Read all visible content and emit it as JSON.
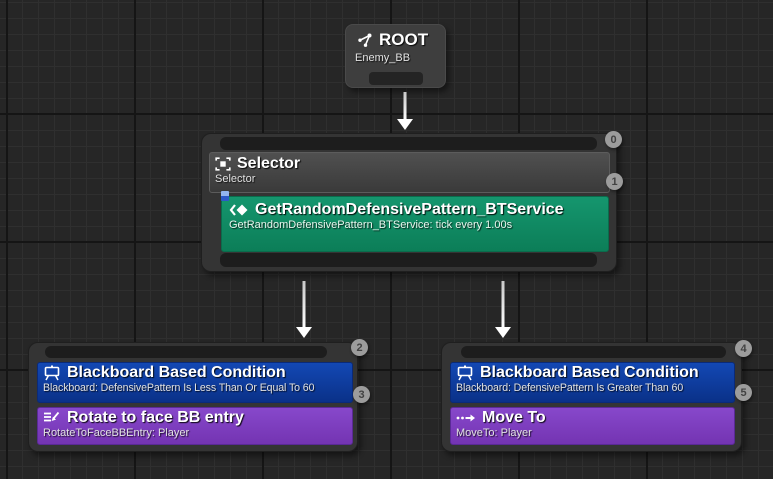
{
  "colors": {
    "background": "#262626",
    "grid_minor": "#2f2f2f",
    "grid_major": "#151515",
    "node_body_gray": "#3e3e3e",
    "pin_bar": "#1d1d1d",
    "service_green": "#0d8760",
    "decorator_blue": "#0f3da2",
    "task_purple": "#7b3cbe",
    "badge_bg": "#9c9c9c",
    "badge_text": "#424242",
    "arrow": "#ffffff"
  },
  "nodes": {
    "root": {
      "title": "ROOT",
      "subtitle": "Enemy_BB",
      "icon": "root-graph-icon"
    },
    "selector": {
      "title": "Selector",
      "subtitle": "Selector",
      "icon": "selector-marquee-icon",
      "badge_in": "0",
      "badge_order": "1",
      "service": {
        "title": "GetRandomDefensivePattern_BTService",
        "subtitle": "GetRandomDefensivePattern_BTService: tick every 1.00s",
        "icon": "service-diamond-icon"
      }
    },
    "left_branch": {
      "badge_in": "2",
      "badge_order": "3",
      "decorator": {
        "title": "Blackboard Based Condition",
        "subtitle": "Blackboard: DefensivePattern Is Less Than Or Equal To 60",
        "icon": "blackboard-icon"
      },
      "task": {
        "title": "Rotate to face BB entry",
        "subtitle": "RotateToFaceBBEntry: Player",
        "icon": "rotate-task-icon"
      }
    },
    "right_branch": {
      "badge_in": "4",
      "badge_order": "5",
      "decorator": {
        "title": "Blackboard Based Condition",
        "subtitle": "Blackboard: DefensivePattern Is Greater Than 60",
        "icon": "blackboard-icon"
      },
      "task": {
        "title": "Move To",
        "subtitle": "MoveTo: Player",
        "icon": "move-to-icon"
      }
    }
  }
}
